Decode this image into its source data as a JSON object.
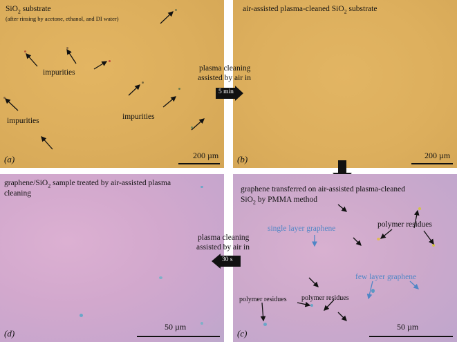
{
  "panel_a": {
    "title": "SiO",
    "title_sub": "2",
    "title_rest": " substrate",
    "note": "(after rinsing by acetone, ethanol, and DI water)",
    "impurity_labels": [
      "impurities",
      "impurities",
      "impurities"
    ],
    "scale": "200 µm",
    "letter": "(a)"
  },
  "panel_b": {
    "title": "air-assisted plasma-cleaned SiO",
    "title_sub": "2",
    "title_rest": " substrate",
    "scale": "200 µm",
    "letter": "(b)"
  },
  "step_ab": {
    "line1": "plasma cleaning",
    "line2": "assisted by air in",
    "time": "5 min"
  },
  "panel_c": {
    "title1": "graphene transferred on air-assisted plasma-cleaned",
    "title2a": "SiO",
    "title2_sub": "2",
    "title2b": " by PMMA method",
    "single_layer": "single layer graphene",
    "few_layer": "few layer graphene",
    "polymer_1": "polymer residues",
    "polymer_2": "polymer residues",
    "polymer_3": "polymer residues",
    "scale": "50 µm",
    "letter": "(c)"
  },
  "panel_d": {
    "title1a": "graphene/SiO",
    "title1_sub": "2",
    "title1b": " sample treated by air-assisted plasma",
    "title2": "cleaning",
    "scale": "50 µm",
    "letter": "(d)"
  },
  "step_cd": {
    "line1": "plasma cleaning",
    "line2": "assisted by air in",
    "time": "30 s"
  },
  "colors": {
    "substrate": "#ddaf5d",
    "graphene_sample": "#cfa8cc",
    "annotation_blue": "#4f86c6",
    "arrow": "#111111"
  }
}
